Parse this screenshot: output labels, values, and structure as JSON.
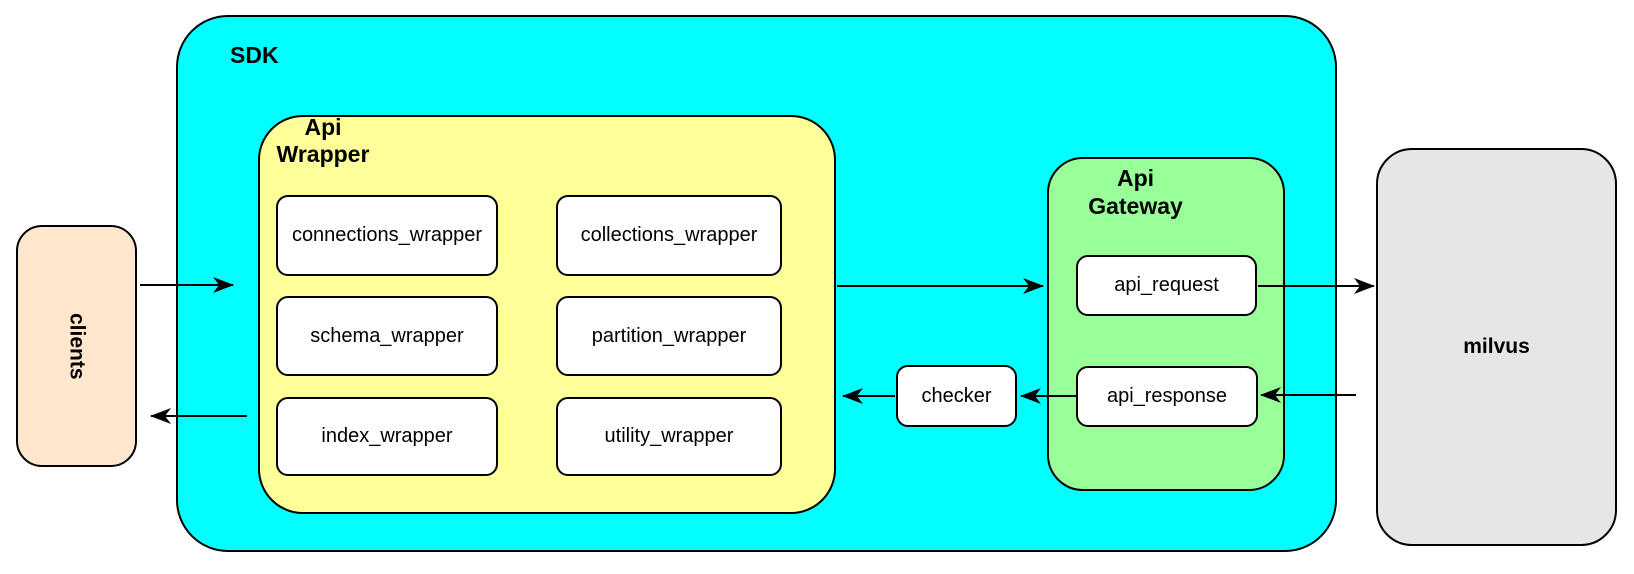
{
  "clients": {
    "label": "clients"
  },
  "sdk": {
    "label": "SDK",
    "api_wrapper": {
      "label_line1": "Api",
      "label_line2": "Wrapper",
      "boxes": [
        "connections_wrapper",
        "collections_wrapper",
        "schema_wrapper",
        "partition_wrapper",
        "index_wrapper",
        "utility_wrapper"
      ]
    },
    "checker": {
      "label": "checker"
    },
    "api_gateway": {
      "label_line1": "Api",
      "label_line2": "Gateway",
      "boxes": [
        "api_request",
        "api_response"
      ]
    }
  },
  "milvus": {
    "label": "milvus"
  },
  "arrows": [
    {
      "from": "clients",
      "to": "api_wrapper"
    },
    {
      "from": "api_wrapper",
      "to": "api_gateway"
    },
    {
      "from": "api_request",
      "to": "milvus"
    },
    {
      "from": "milvus",
      "to": "api_response"
    },
    {
      "from": "api_response",
      "to": "checker"
    },
    {
      "from": "checker",
      "to": "api_wrapper"
    },
    {
      "from": "api_wrapper",
      "to": "clients"
    }
  ],
  "colors": {
    "sdk_fill": "#00FFFF",
    "api_wrapper_fill": "#FFFF99",
    "api_gateway_fill": "#99FF99",
    "clients_fill": "#FFE6CC",
    "milvus_fill": "#E6E6E6",
    "node_fill": "#FFFFFF",
    "border": "#000000",
    "background": "#FFFFFF"
  }
}
